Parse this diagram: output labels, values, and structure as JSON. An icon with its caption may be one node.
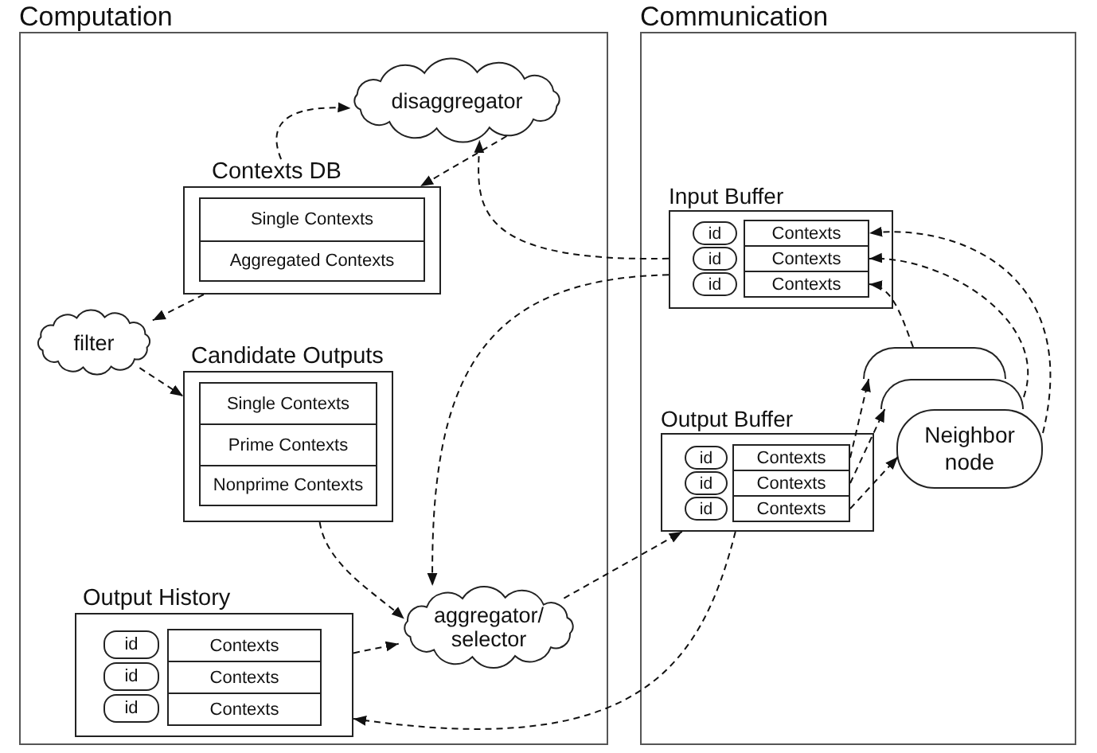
{
  "diagram": {
    "nodes": [
      {
        "text": [
          "Computation"
        ]
      },
      {
        "text": [
          "Communication"
        ]
      },
      {
        "text": [
          "disaggregator"
        ],
        "in": 0
      },
      {
        "text": [
          "Contexts DB"
        ],
        "in": 0
      },
      {
        "text": [
          "Single Contexts"
        ],
        "in": 3
      },
      {
        "text": [
          "Aggregated Contexts"
        ],
        "in": 3
      },
      {
        "text": [
          "filter"
        ],
        "in": 0
      },
      {
        "text": [
          "Candidate Outputs"
        ],
        "in": 0
      },
      {
        "text": [
          "Single Contexts"
        ],
        "in": 7
      },
      {
        "text": [
          "Prime Contexts"
        ],
        "in": 7
      },
      {
        "text": [
          "Nonprime Contexts"
        ],
        "in": 7
      },
      {
        "text": [
          "Output History"
        ],
        "in": 0
      },
      {
        "text": [
          "id"
        ],
        "in": 11
      },
      {
        "text": [
          "Contexts"
        ],
        "in": 11
      },
      {
        "text": [
          "id"
        ],
        "in": 11
      },
      {
        "text": [
          "Contexts"
        ],
        "in": 11
      },
      {
        "text": [
          "id"
        ],
        "in": 11
      },
      {
        "text": [
          "Contexts"
        ],
        "in": 11
      },
      {
        "text": [
          "aggregator/ selector"
        ],
        "in": 0
      },
      {
        "text": [
          "Input Buffer"
        ],
        "in": 1
      },
      {
        "text": [
          "id"
        ],
        "in": 19
      },
      {
        "text": [
          "Contexts"
        ],
        "in": 19
      },
      {
        "text": [
          "id"
        ],
        "in": 19
      },
      {
        "text": [
          "Contexts"
        ],
        "in": 19
      },
      {
        "text": [
          "id"
        ],
        "in": 19
      },
      {
        "text": [
          "Contexts"
        ],
        "in": 19
      },
      {
        "text": [
          "Output Buffer"
        ],
        "in": 1
      },
      {
        "text": [
          "id"
        ],
        "in": 26
      },
      {
        "text": [
          "Contexts"
        ],
        "in": 26
      },
      {
        "text": [
          "id"
        ],
        "in": 26
      },
      {
        "text": [
          "Contexts"
        ],
        "in": 26
      },
      {
        "text": [
          "id"
        ],
        "in": 26
      },
      {
        "text": [
          "Contexts"
        ],
        "in": 26
      },
      {
        "text": [],
        "shape": "box",
        "in": 1
      },
      {
        "text": [],
        "shape": "box",
        "in": 1
      },
      {
        "text": [
          "Neighbor node"
        ],
        "in": 1
      }
    ],
    "edges": [
      {
        "from": 3,
        "to": 2,
        "arrow": "to",
        "style": "dashed"
      },
      {
        "from": 2,
        "to": 3,
        "arrow": "to",
        "style": "dashed"
      },
      {
        "from": 19,
        "to": 2,
        "arrow": "to",
        "style": "dashed"
      },
      {
        "from": 19,
        "to": 18,
        "arrow": "to",
        "style": "dashed"
      },
      {
        "from": 3,
        "to": 6,
        "arrow": "to",
        "style": "dashed"
      },
      {
        "from": 6,
        "to": 7,
        "arrow": "to",
        "style": "dashed"
      },
      {
        "from": 7,
        "to": 18,
        "arrow": "to",
        "style": "dashed"
      },
      {
        "from": 11,
        "to": 18,
        "arrow": "to",
        "style": "dashed"
      },
      {
        "from": 18,
        "to": 26,
        "arrow": "to",
        "style": "dashed"
      },
      {
        "from": 26,
        "to": 11,
        "arrow": "to",
        "style": "dashed"
      },
      {
        "from": 33,
        "to": 25,
        "arrow": "to",
        "style": "dashed"
      },
      {
        "from": 34,
        "to": 23,
        "arrow": "to",
        "style": "dashed"
      },
      {
        "from": 35,
        "to": 21,
        "arrow": "to",
        "style": "dashed"
      },
      {
        "from": 28,
        "to": 33,
        "arrow": "to",
        "style": "dashed"
      },
      {
        "from": 30,
        "to": 34,
        "arrow": "to",
        "style": "dashed"
      },
      {
        "from": 32,
        "to": 35,
        "arrow": "to",
        "style": "dashed"
      }
    ]
  }
}
